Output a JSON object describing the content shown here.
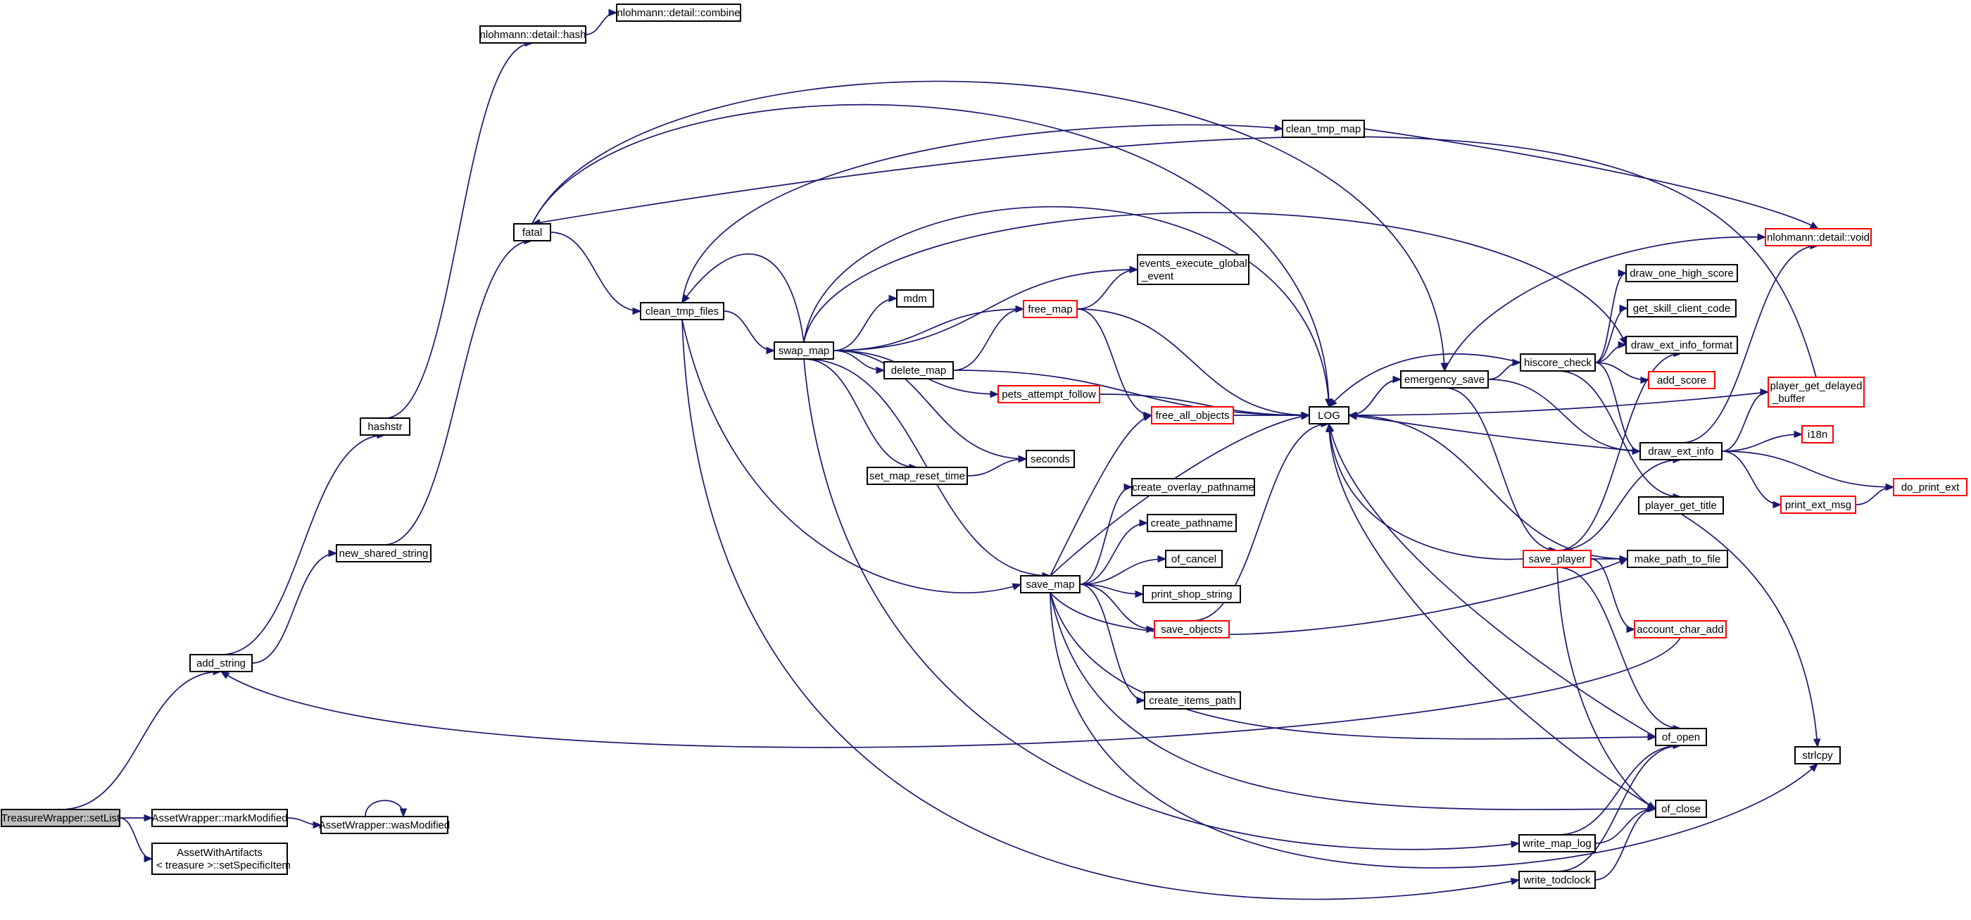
{
  "colors": {
    "edge": "#191970",
    "node_border": "#000000",
    "node_border_truncated": "#ff0000",
    "node_current_fill": "#bfbfbf",
    "background": "#ffffff"
  },
  "nodes": {
    "setList": {
      "label": [
        "TreasureWrapper::setList"
      ],
      "style": "current"
    },
    "markModified": {
      "label": [
        "AssetWrapper::markModified"
      ],
      "style": "black"
    },
    "setSpecificItem": {
      "label": [
        "AssetWithArtifacts",
        "< treasure >::setSpecificItem"
      ],
      "style": "black"
    },
    "wasModified": {
      "label": [
        "AssetWrapper::wasModified"
      ],
      "style": "black"
    },
    "add_string": {
      "label": [
        "add_string"
      ],
      "style": "black"
    },
    "hashstr": {
      "label": [
        "hashstr"
      ],
      "style": "black"
    },
    "new_shared_string": {
      "label": [
        "new_shared_string"
      ],
      "style": "black"
    },
    "nlohmann_hash": {
      "label": [
        "nlohmann::detail::hash"
      ],
      "style": "black"
    },
    "combine": {
      "label": [
        "nlohmann::detail::combine"
      ],
      "style": "black"
    },
    "fatal": {
      "label": [
        "fatal"
      ],
      "style": "black"
    },
    "clean_tmp_files": {
      "label": [
        "clean_tmp_files"
      ],
      "style": "black"
    },
    "swap_map": {
      "label": [
        "swap_map"
      ],
      "style": "black"
    },
    "clean_tmp_map": {
      "label": [
        "clean_tmp_map"
      ],
      "style": "black"
    },
    "mdm": {
      "label": [
        "mdm"
      ],
      "style": "black"
    },
    "delete_map": {
      "label": [
        "delete_map"
      ],
      "style": "black"
    },
    "free_map": {
      "label": [
        "free_map"
      ],
      "style": "red"
    },
    "events_execute_global_event": {
      "label": [
        "events_execute_global",
        "_event"
      ],
      "style": "black"
    },
    "pets_attempt_follow": {
      "label": [
        "pets_attempt_follow"
      ],
      "style": "red"
    },
    "free_all_objects": {
      "label": [
        "free_all_objects"
      ],
      "style": "red"
    },
    "set_map_reset_time": {
      "label": [
        "set_map_reset_time"
      ],
      "style": "black"
    },
    "seconds": {
      "label": [
        "seconds"
      ],
      "style": "black"
    },
    "save_map": {
      "label": [
        "save_map"
      ],
      "style": "black"
    },
    "create_overlay_pathname": {
      "label": [
        "create_overlay_pathname"
      ],
      "style": "black"
    },
    "create_pathname": {
      "label": [
        "create_pathname"
      ],
      "style": "black"
    },
    "of_cancel": {
      "label": [
        "of_cancel"
      ],
      "style": "black"
    },
    "print_shop_string": {
      "label": [
        "print_shop_string"
      ],
      "style": "black"
    },
    "save_objects": {
      "label": [
        "save_objects"
      ],
      "style": "red"
    },
    "create_items_path": {
      "label": [
        "create_items_path"
      ],
      "style": "black"
    },
    "LOG": {
      "label": [
        "LOG"
      ],
      "style": "black"
    },
    "emergency_save": {
      "label": [
        "emergency_save"
      ],
      "style": "black"
    },
    "hiscore_check": {
      "label": [
        "hiscore_check"
      ],
      "style": "black"
    },
    "draw_one_high_score": {
      "label": [
        "draw_one_high_score"
      ],
      "style": "black"
    },
    "get_skill_client_code": {
      "label": [
        "get_skill_client_code"
      ],
      "style": "black"
    },
    "draw_ext_info_format": {
      "label": [
        "draw_ext_info_format"
      ],
      "style": "black"
    },
    "add_score": {
      "label": [
        "add_score"
      ],
      "style": "red"
    },
    "draw_ext_info": {
      "label": [
        "draw_ext_info"
      ],
      "style": "black"
    },
    "player_get_title": {
      "label": [
        "player_get_title"
      ],
      "style": "black"
    },
    "save_player": {
      "label": [
        "save_player"
      ],
      "style": "red"
    },
    "make_path_to_file": {
      "label": [
        "make_path_to_file"
      ],
      "style": "black"
    },
    "account_char_add": {
      "label": [
        "account_char_add"
      ],
      "style": "red"
    },
    "of_open": {
      "label": [
        "of_open"
      ],
      "style": "black"
    },
    "of_close": {
      "label": [
        "of_close"
      ],
      "style": "black"
    },
    "write_map_log": {
      "label": [
        "write_map_log"
      ],
      "style": "black"
    },
    "write_todclock": {
      "label": [
        "write_todclock"
      ],
      "style": "black"
    },
    "nlohmann_void": {
      "label": [
        "nlohmann::detail::void"
      ],
      "style": "red"
    },
    "player_get_delayed_buffer": {
      "label": [
        "player_get_delayed",
        "_buffer"
      ],
      "style": "red"
    },
    "i18n": {
      "label": [
        "i18n"
      ],
      "style": "red"
    },
    "print_ext_msg": {
      "label": [
        "print_ext_msg"
      ],
      "style": "red"
    },
    "do_print_ext": {
      "label": [
        "do_print_ext"
      ],
      "style": "red"
    },
    "strlcpy": {
      "label": [
        "strlcpy"
      ],
      "style": "black"
    }
  },
  "edges": [
    [
      "setList",
      "markModified"
    ],
    [
      "setList",
      "setSpecificItem"
    ],
    [
      "setList",
      "add_string"
    ],
    [
      "markModified",
      "wasModified"
    ],
    [
      "wasModified",
      "wasModified"
    ],
    [
      "add_string",
      "hashstr"
    ],
    [
      "add_string",
      "new_shared_string"
    ],
    [
      "hashstr",
      "nlohmann_hash"
    ],
    [
      "nlohmann_hash",
      "combine"
    ],
    [
      "new_shared_string",
      "fatal"
    ],
    [
      "fatal",
      "clean_tmp_files"
    ],
    [
      "fatal",
      "emergency_save"
    ],
    [
      "fatal",
      "LOG"
    ],
    [
      "clean_tmp_files",
      "swap_map"
    ],
    [
      "clean_tmp_files",
      "clean_tmp_map"
    ],
    [
      "clean_tmp_files",
      "save_map"
    ],
    [
      "clean_tmp_files",
      "write_todclock"
    ],
    [
      "clean_tmp_map",
      "nlohmann_void"
    ],
    [
      "swap_map",
      "clean_tmp_files"
    ],
    [
      "swap_map",
      "LOG"
    ],
    [
      "swap_map",
      "draw_ext_info_format"
    ],
    [
      "swap_map",
      "events_execute_global_event"
    ],
    [
      "swap_map",
      "mdm"
    ],
    [
      "swap_map",
      "free_map"
    ],
    [
      "swap_map",
      "delete_map"
    ],
    [
      "swap_map",
      "pets_attempt_follow"
    ],
    [
      "swap_map",
      "seconds"
    ],
    [
      "swap_map",
      "set_map_reset_time"
    ],
    [
      "swap_map",
      "save_map"
    ],
    [
      "swap_map",
      "write_map_log"
    ],
    [
      "delete_map",
      "free_map"
    ],
    [
      "delete_map",
      "LOG"
    ],
    [
      "free_map",
      "events_execute_global_event"
    ],
    [
      "free_map",
      "free_all_objects"
    ],
    [
      "free_map",
      "LOG"
    ],
    [
      "pets_attempt_follow",
      "LOG"
    ],
    [
      "free_all_objects",
      "LOG"
    ],
    [
      "set_map_reset_time",
      "seconds"
    ],
    [
      "save_map",
      "free_all_objects"
    ],
    [
      "save_map",
      "LOG"
    ],
    [
      "save_map",
      "create_overlay_pathname"
    ],
    [
      "save_map",
      "create_pathname"
    ],
    [
      "save_map",
      "of_cancel"
    ],
    [
      "save_map",
      "print_shop_string"
    ],
    [
      "save_map",
      "save_objects"
    ],
    [
      "save_map",
      "make_path_to_file"
    ],
    [
      "save_map",
      "create_items_path"
    ],
    [
      "save_map",
      "of_open"
    ],
    [
      "save_map",
      "of_close"
    ],
    [
      "save_map",
      "strlcpy"
    ],
    [
      "save_objects",
      "LOG"
    ],
    [
      "LOG",
      "emergency_save"
    ],
    [
      "emergency_save",
      "LOG"
    ],
    [
      "emergency_save",
      "hiscore_check"
    ],
    [
      "emergency_save",
      "nlohmann_void"
    ],
    [
      "emergency_save",
      "save_player"
    ],
    [
      "emergency_save",
      "draw_ext_info"
    ],
    [
      "hiscore_check",
      "LOG"
    ],
    [
      "hiscore_check",
      "draw_one_high_score"
    ],
    [
      "hiscore_check",
      "get_skill_client_code"
    ],
    [
      "hiscore_check",
      "draw_ext_info_format"
    ],
    [
      "hiscore_check",
      "add_score"
    ],
    [
      "hiscore_check",
      "draw_ext_info"
    ],
    [
      "hiscore_check",
      "player_get_title"
    ],
    [
      "draw_ext_info",
      "LOG"
    ],
    [
      "draw_ext_info",
      "nlohmann_void"
    ],
    [
      "draw_ext_info",
      "player_get_delayed_buffer"
    ],
    [
      "draw_ext_info",
      "i18n"
    ],
    [
      "draw_ext_info",
      "print_ext_msg"
    ],
    [
      "draw_ext_info",
      "do_print_ext"
    ],
    [
      "print_ext_msg",
      "do_print_ext"
    ],
    [
      "player_get_delayed_buffer",
      "LOG"
    ],
    [
      "player_get_delayed_buffer",
      "fatal"
    ],
    [
      "player_get_title",
      "strlcpy"
    ],
    [
      "save_player",
      "LOG"
    ],
    [
      "save_player",
      "draw_ext_info_format"
    ],
    [
      "save_player",
      "draw_ext_info"
    ],
    [
      "save_player",
      "make_path_to_file"
    ],
    [
      "save_player",
      "account_char_add"
    ],
    [
      "save_player",
      "of_open"
    ],
    [
      "save_player",
      "of_close"
    ],
    [
      "make_path_to_file",
      "LOG"
    ],
    [
      "account_char_add",
      "add_string"
    ],
    [
      "of_open",
      "LOG"
    ],
    [
      "of_close",
      "LOG"
    ],
    [
      "write_map_log",
      "of_open"
    ],
    [
      "write_map_log",
      "of_close"
    ],
    [
      "write_todclock",
      "of_open"
    ],
    [
      "write_todclock",
      "of_close"
    ]
  ]
}
